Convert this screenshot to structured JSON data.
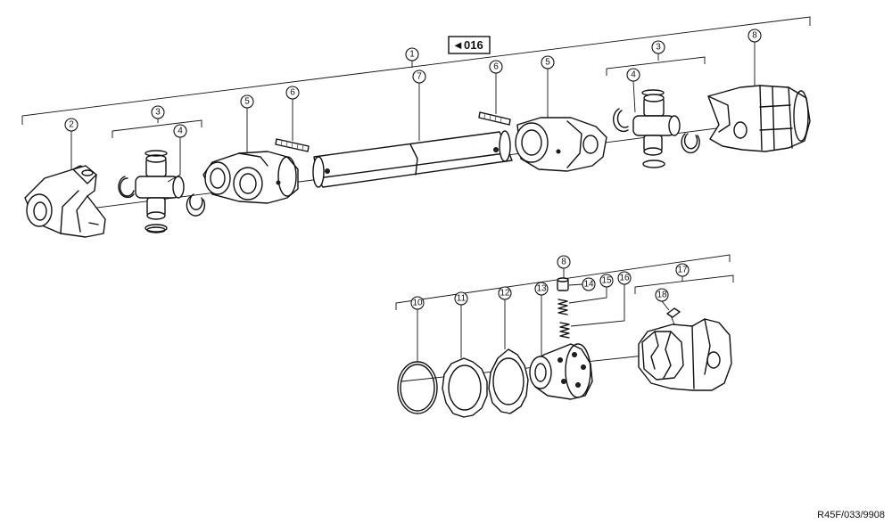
{
  "reference_box": {
    "arrow": "◄",
    "label": "016"
  },
  "callouts": [
    "1",
    "2",
    "3",
    "3",
    "4",
    "4",
    "5",
    "5",
    "6",
    "6",
    "7",
    "8",
    "8",
    "10",
    "11",
    "12",
    "13",
    "14",
    "15",
    "16",
    "17",
    "18"
  ],
  "figure_code": "R45F/033/9908"
}
